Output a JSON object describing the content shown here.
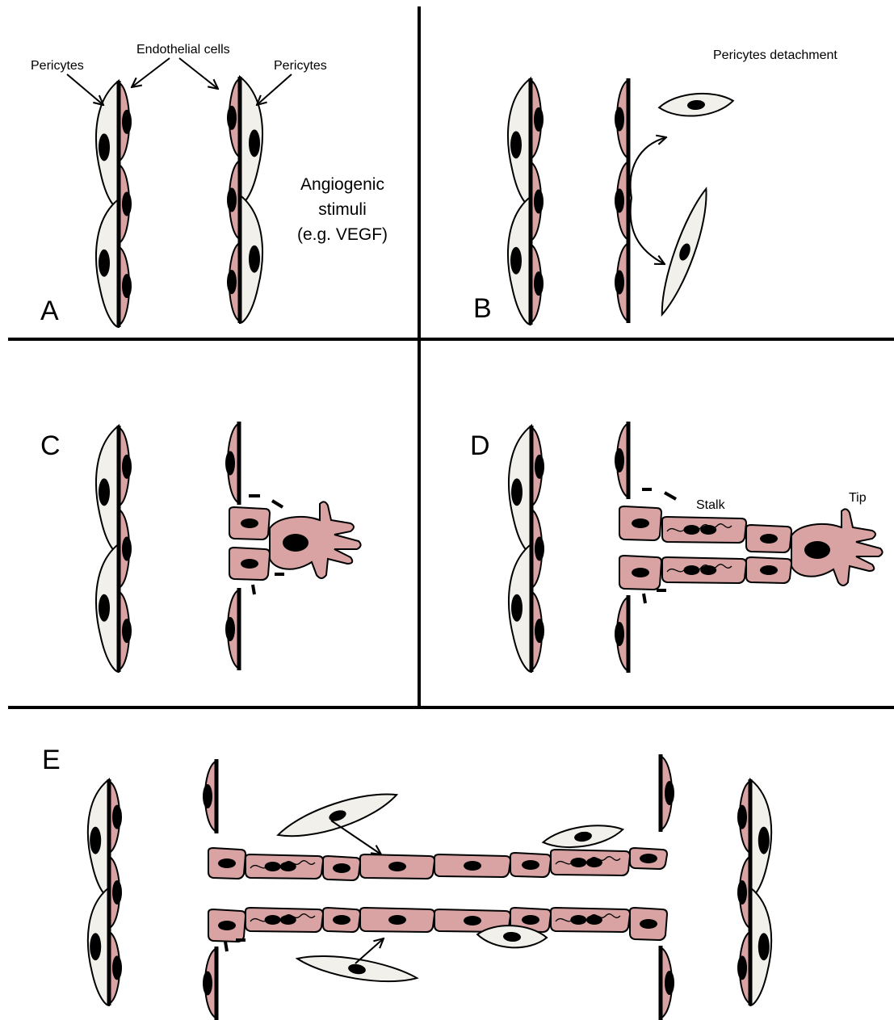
{
  "colors": {
    "endothelial": "#d9a3a3",
    "pericyte": "#f1f0ea",
    "nucleus": "#000000",
    "outline": "#000000",
    "divider": "#000000"
  },
  "panels": {
    "a": {
      "letter": "A",
      "label_pericytes_left": "Pericytes",
      "label_endothelial": "Endothelial cells",
      "label_pericytes_right": "Pericytes",
      "stimuli_line1": "Angiogenic",
      "stimuli_line2": "stimuli",
      "stimuli_line3": "(e.g. VEGF)"
    },
    "b": {
      "letter": "B",
      "title": "Pericytes detachment"
    },
    "c": {
      "letter": "C"
    },
    "d": {
      "letter": "D",
      "label_stalk": "Stalk",
      "label_tip": "Tip"
    },
    "e": {
      "letter": "E"
    }
  }
}
